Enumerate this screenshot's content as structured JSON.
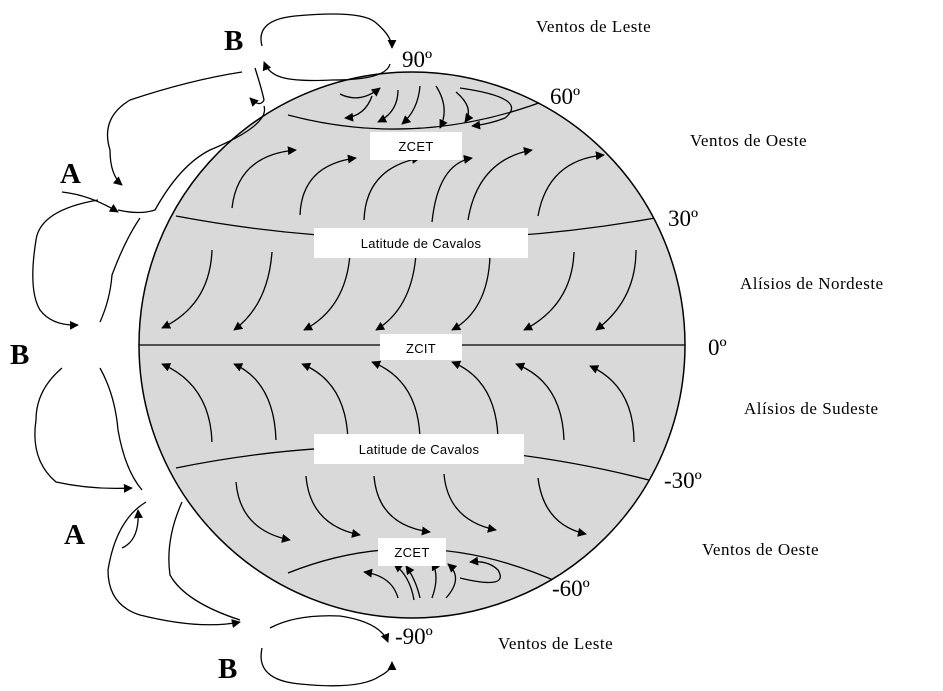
{
  "winds": {
    "east_north": "Ventos de Leste",
    "west_north": "Ventos de Oeste",
    "ne_trades": "Alísios de Nordeste",
    "se_trades": "Alísios de Sudeste",
    "west_south": "Ventos de Oeste",
    "east_south": "Ventos de Leste"
  },
  "latitudes": {
    "n90": "90º",
    "n60": "60º",
    "n30": "30º",
    "eq": "0º",
    "s30": "-30º",
    "s60": "-60º",
    "s90": "-90º"
  },
  "zones": {
    "zcet_north": "ZCET",
    "horse_north": "Latitude de Cavalos",
    "zcit": "ZCIT",
    "horse_south": "Latitude de Cavalos",
    "zcet_south": "ZCET"
  },
  "pressure": {
    "b_top": "B",
    "a_upper": "A",
    "b_mid": "B",
    "a_lower": "A",
    "b_bottom": "B"
  },
  "colors": {
    "globe_fill": "#d9d9d9",
    "stroke": "#000000",
    "label_box": "#ffffff"
  }
}
